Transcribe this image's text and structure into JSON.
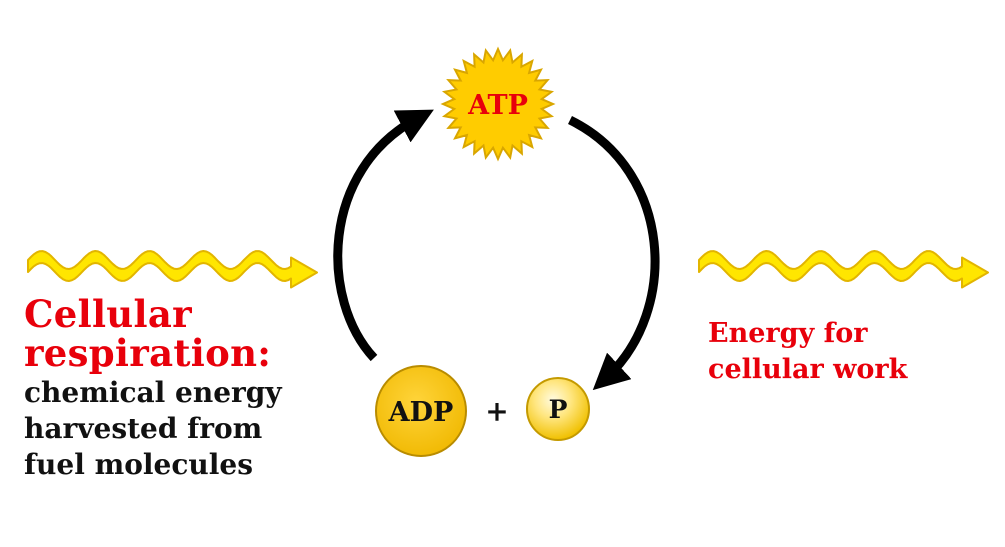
{
  "diagram": {
    "atp_label": "ATP",
    "adp_label": "ADP",
    "plus_sign": "+",
    "phosphate_label": "P",
    "left_title": [
      "Cellular",
      "respiration:"
    ],
    "left_description": [
      "chemical energy",
      "harvested from",
      "fuel molecules"
    ],
    "right_description": [
      "Energy for",
      "cellular work"
    ]
  },
  "colors": {
    "label_red": "#e8000b",
    "text_black": "#111111",
    "energy_yellow": "#ffe600",
    "energy_outline": "#e2b500",
    "molecule_fill": "#f5c400",
    "molecule_outline": "#b98c00",
    "arrow": "#000000"
  },
  "icons": {
    "atp": "starburst-icon",
    "adp": "circle-icon",
    "phosphate": "sphere-icon",
    "energy_input": "wavy-arrow-icon",
    "energy_output": "wavy-arrow-icon"
  }
}
